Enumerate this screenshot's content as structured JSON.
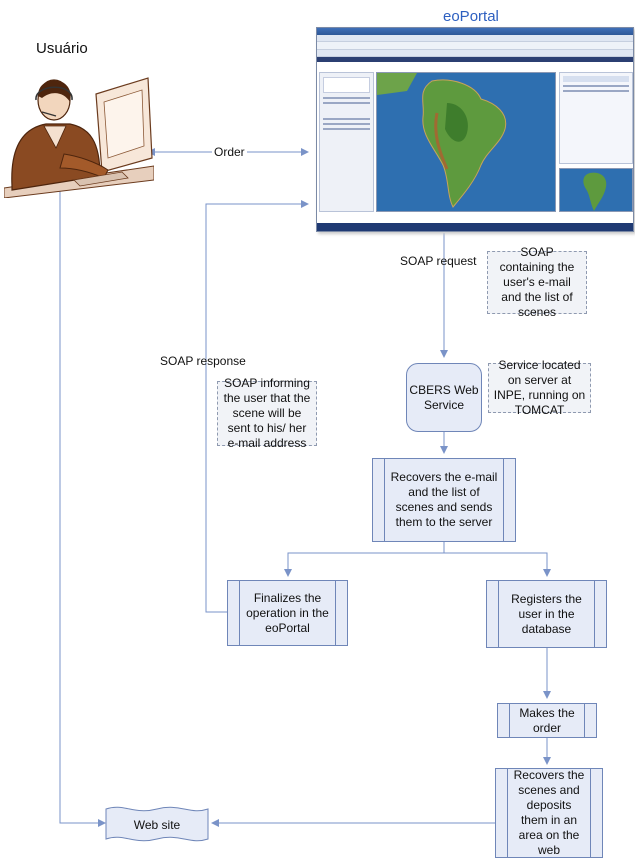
{
  "actor_label": "Usuário",
  "portal_label": "eoPortal",
  "order_label": "Order",
  "soap_request_label": "SOAP request",
  "soap_response_label": "SOAP response",
  "notes": {
    "request": "SOAP containing the user's e-mail and the list of scenes",
    "service": "Service located on server at INPE, running on TOMCAT",
    "response": "SOAP informing the user that the scene will be sent to his/ her e-mail address"
  },
  "nodes": {
    "cbers": "CBERS Web Service",
    "recovers_email": "Recovers the e-mail and the list of scenes and sends them to the server",
    "finalizes": "Finalizes the operation in the eoPortal",
    "registers": "Registers the user in the database",
    "makes_order": "Makes the order",
    "recovers_scenes": "Recovers the scenes and deposits them in an area on the web",
    "website": "Web site"
  },
  "colors": {
    "box_fill": "#e6ebf7",
    "box_border": "#6f86b8",
    "arrow": "#7a93c8",
    "portal_title": "#2d5fc0"
  },
  "icons": {
    "actor": "person-at-computer-clipart",
    "screenshot": "eoportal-browser-screenshot"
  }
}
